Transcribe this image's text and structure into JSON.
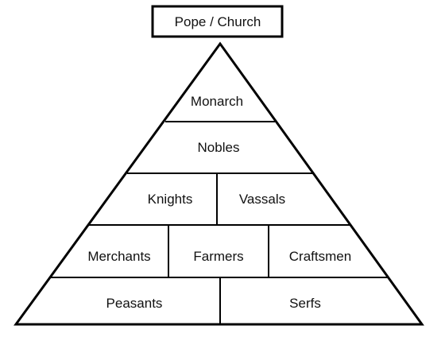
{
  "diagram": {
    "top_box": "Pope / Church",
    "tiers": [
      [
        "Monarch"
      ],
      [
        "Nobles"
      ],
      [
        "Knights",
        "Vassals"
      ],
      [
        "Merchants",
        "Farmers",
        "Craftsmen"
      ],
      [
        "Peasants",
        "Serfs"
      ]
    ],
    "colors": {
      "stroke": "#000000",
      "fill": "#ffffff",
      "text": "#111111"
    }
  }
}
